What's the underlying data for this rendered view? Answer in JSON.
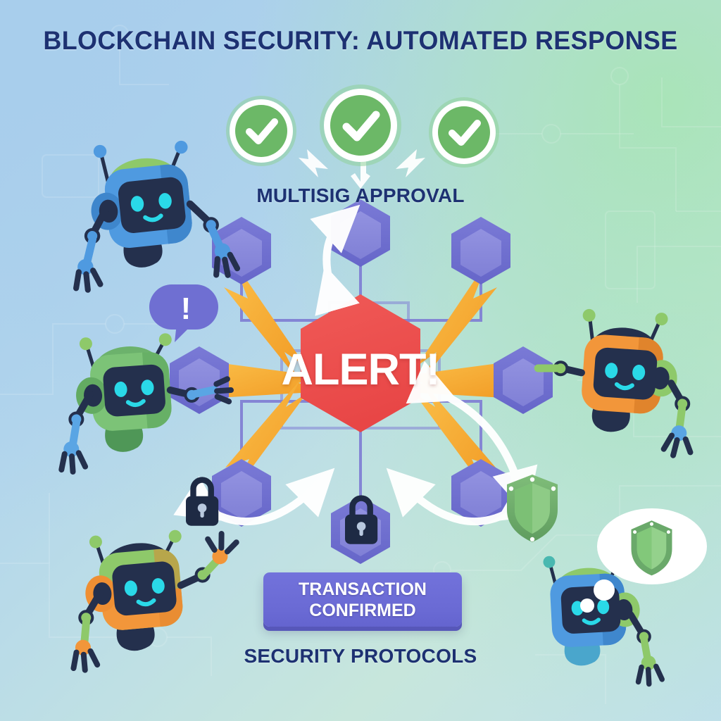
{
  "header": {
    "title": "BLOCKCHAIN SECURITY: AUTOMATED RESPONSE"
  },
  "labels": {
    "multisig": "MULTISIG APPROVAL",
    "protocols": "SECURITY PROTOCOLS"
  },
  "center_node": {
    "text": "ALERT!",
    "shape": "hexagon",
    "color": "#ec4e4e"
  },
  "confirm_button": {
    "line1": "TRANSACTION",
    "line2": "CONFIRMED",
    "color": "#6a6ad4"
  },
  "speech_bubble": {
    "text": "!",
    "color": "#6f6fd2"
  },
  "approval_checks": [
    {
      "name": "approval-check-1",
      "state": "approved",
      "size": 46
    },
    {
      "name": "approval-check-2",
      "state": "approved",
      "size": 54
    },
    {
      "name": "approval-check-3",
      "state": "approved",
      "size": 46
    }
  ],
  "icons": {
    "check": "check-circle-icon",
    "lock": "padlock-icon",
    "shield": "shield-icon",
    "bolt": "lightning-bolt-icon",
    "hexagon": "hexagon-node-icon",
    "arrow": "arrow-icon"
  },
  "robots": [
    {
      "name": "robot-top-left",
      "body": "#4f9ae0",
      "accent": "#8ec96a",
      "arms": "#4f9ae0"
    },
    {
      "name": "robot-mid-left",
      "body": "#6cb26c",
      "accent": "#8ec96a",
      "arms": "#5aa5e4"
    },
    {
      "name": "robot-bottom-left",
      "body": "#f2963a",
      "accent": "#8ec96a",
      "arms": "#8ec96a"
    },
    {
      "name": "robot-right",
      "body": "#f2963a",
      "accent": "#8ec96a",
      "arms": "#8ec96a"
    },
    {
      "name": "robot-bottom-right",
      "body": "#4f9ae0",
      "accent": "#8ec96a",
      "arms": "#8ec96a"
    }
  ],
  "palette": {
    "title_navy": "#1d3172",
    "alert_red": "#ec4e4e",
    "node_purple": "#6e6ece",
    "node_purple_light": "#8a8adc",
    "bolt_orange": "#f6a62e",
    "check_green": "#6cb867",
    "shield_green": "#6aa96a",
    "face_navy": "#1e2a44",
    "eye_cyan": "#2ad9e8",
    "bg_blue": "#a8cdec",
    "bg_green": "#a8e4b6"
  }
}
